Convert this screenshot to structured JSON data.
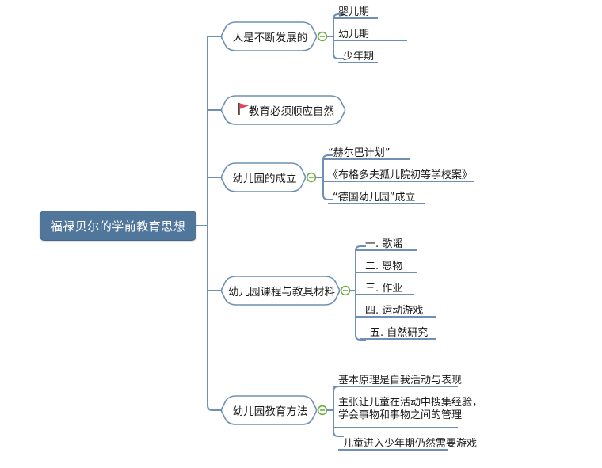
{
  "diagram": {
    "type": "mind-map",
    "title": "福禄贝尔的学前教育思想",
    "colors": {
      "root_fill": "#51769b",
      "root_text": "#ffffff",
      "node_stroke": "#6f90b4",
      "line": "#6f90b4",
      "toggle_green": "#6fae3e",
      "flag_red": "#e8415f",
      "text": "#1a1a1a",
      "background": "#ffffff"
    },
    "root": {
      "label": "福禄贝尔的学前教育思想"
    },
    "toggle_icon_name": "collapse-minus-icon",
    "branches": [
      {
        "label": "人是不断发展的",
        "has_flag": false,
        "children": [
          {
            "label": "婴儿期"
          },
          {
            "label": "幼儿期"
          },
          {
            "label": "少年期"
          }
        ]
      },
      {
        "label": "教育必须顺应自然",
        "has_flag": true,
        "flag_icon_name": "red-flag-icon",
        "children": []
      },
      {
        "label": "幼儿园的成立",
        "has_flag": false,
        "children": [
          {
            "label": "“赫尔巴计划”"
          },
          {
            "label": "《布格多夫孤儿院初等学校案》"
          },
          {
            "label": "“德国幼儿园”成立"
          }
        ]
      },
      {
        "label": "幼儿园课程与教具材料",
        "has_flag": false,
        "children": [
          {
            "label": "一. 歌谣"
          },
          {
            "label": "二. 恩物"
          },
          {
            "label": "三. 作业"
          },
          {
            "label": "四. 运动游戏"
          },
          {
            "label": "五. 自然研究"
          }
        ]
      },
      {
        "label": "幼儿园教育方法",
        "has_flag": false,
        "children": [
          {
            "label": "基本原理是自我活动与表现"
          },
          {
            "label": "主张让儿童在活动中搜集经验，\n学会事物和事物之间的管理"
          },
          {
            "label": "儿童进入少年期仍然需要游戏"
          }
        ]
      }
    ]
  }
}
